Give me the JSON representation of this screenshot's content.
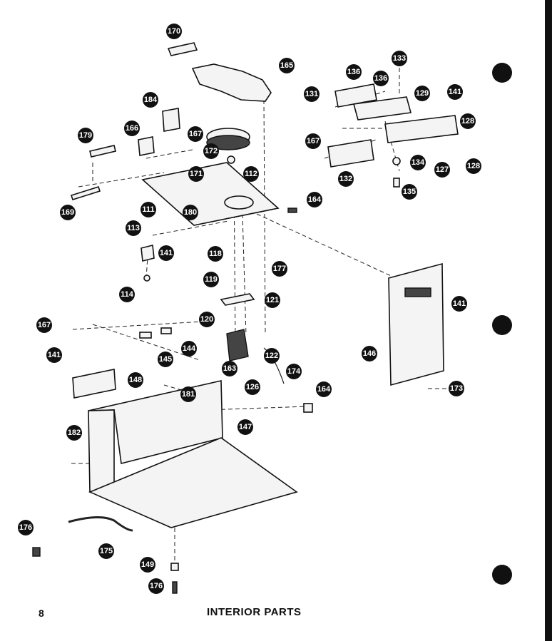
{
  "footer": {
    "page_number": "8",
    "title": "INTERIOR PARTS"
  },
  "callouts": [
    {
      "id": "c170",
      "label": "170"
    },
    {
      "id": "c165",
      "label": "165"
    },
    {
      "id": "c184",
      "label": "184"
    },
    {
      "id": "c179",
      "label": "179"
    },
    {
      "id": "c166",
      "label": "166"
    },
    {
      "id": "c167a",
      "label": "167"
    },
    {
      "id": "c172",
      "label": "172"
    },
    {
      "id": "c171",
      "label": "171"
    },
    {
      "id": "c112",
      "label": "112"
    },
    {
      "id": "c111",
      "label": "111"
    },
    {
      "id": "c180",
      "label": "180"
    },
    {
      "id": "c169",
      "label": "169"
    },
    {
      "id": "c164a",
      "label": "164"
    },
    {
      "id": "c113",
      "label": "113"
    },
    {
      "id": "c141a",
      "label": "141"
    },
    {
      "id": "c114",
      "label": "114"
    },
    {
      "id": "c177",
      "label": "177"
    },
    {
      "id": "c118",
      "label": "118"
    },
    {
      "id": "c119",
      "label": "119"
    },
    {
      "id": "c121",
      "label": "121"
    },
    {
      "id": "c120",
      "label": "120"
    },
    {
      "id": "c122",
      "label": "122"
    },
    {
      "id": "c126",
      "label": "126"
    },
    {
      "id": "c174",
      "label": "174"
    },
    {
      "id": "c164b",
      "label": "164"
    },
    {
      "id": "c167b",
      "label": "167"
    },
    {
      "id": "c144",
      "label": "144"
    },
    {
      "id": "c145",
      "label": "145"
    },
    {
      "id": "c141b",
      "label": "141"
    },
    {
      "id": "c148",
      "label": "148"
    },
    {
      "id": "c163",
      "label": "163"
    },
    {
      "id": "c181",
      "label": "181"
    },
    {
      "id": "c182",
      "label": "182"
    },
    {
      "id": "c147",
      "label": "147"
    },
    {
      "id": "c176a",
      "label": "176"
    },
    {
      "id": "c175",
      "label": "175"
    },
    {
      "id": "c149",
      "label": "149"
    },
    {
      "id": "c176b",
      "label": "176"
    },
    {
      "id": "c133",
      "label": "133"
    },
    {
      "id": "c136a",
      "label": "136"
    },
    {
      "id": "c136b",
      "label": "136"
    },
    {
      "id": "c131",
      "label": "131"
    },
    {
      "id": "c129",
      "label": "129"
    },
    {
      "id": "c141c",
      "label": "141"
    },
    {
      "id": "c128a",
      "label": "128"
    },
    {
      "id": "c167c",
      "label": "167"
    },
    {
      "id": "c134",
      "label": "134"
    },
    {
      "id": "c132",
      "label": "132"
    },
    {
      "id": "c127",
      "label": "127"
    },
    {
      "id": "c128b",
      "label": "128"
    },
    {
      "id": "c135",
      "label": "135"
    },
    {
      "id": "c141d",
      "label": "141"
    },
    {
      "id": "c146",
      "label": "146"
    },
    {
      "id": "c173",
      "label": "173"
    }
  ]
}
